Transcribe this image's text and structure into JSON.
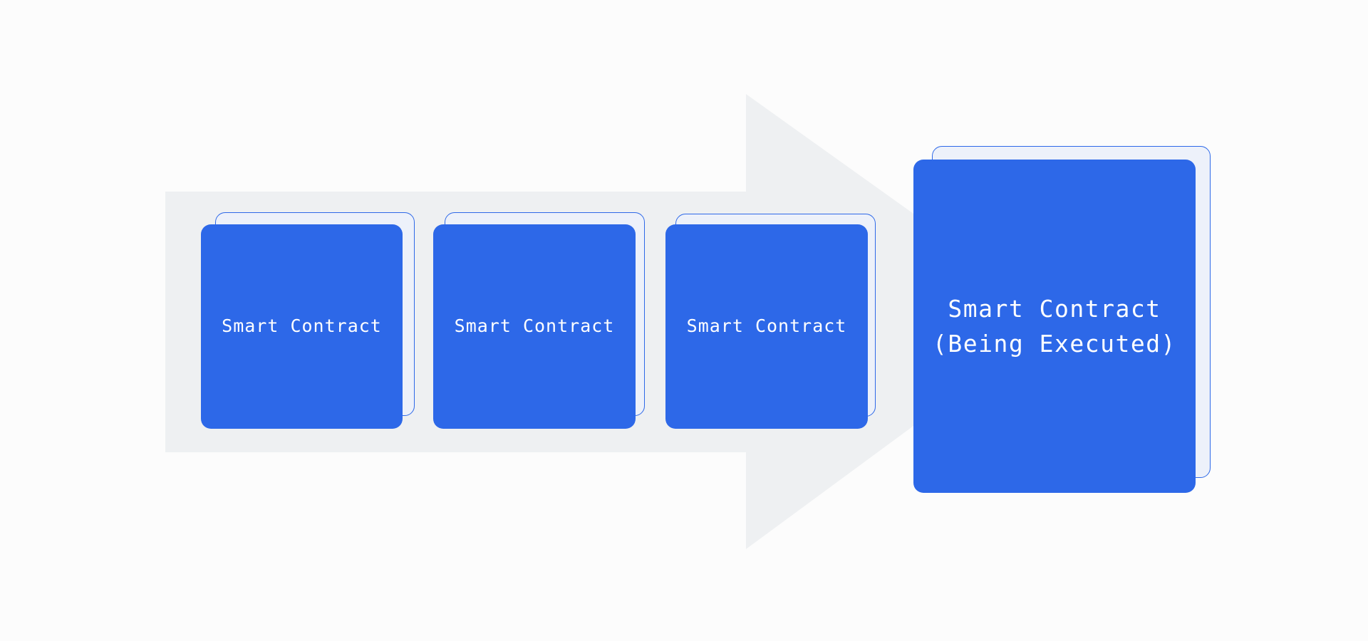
{
  "diagram": {
    "arrow_color": "#eef0f2",
    "card_color": "#2d68e8",
    "card_back_color": "#edf1fa",
    "queue": [
      {
        "label": "Smart Contract"
      },
      {
        "label": "Smart Contract"
      },
      {
        "label": "Smart Contract"
      }
    ],
    "executing": {
      "label_line1": "Smart Contract",
      "label_line2": "(Being Executed)"
    }
  }
}
